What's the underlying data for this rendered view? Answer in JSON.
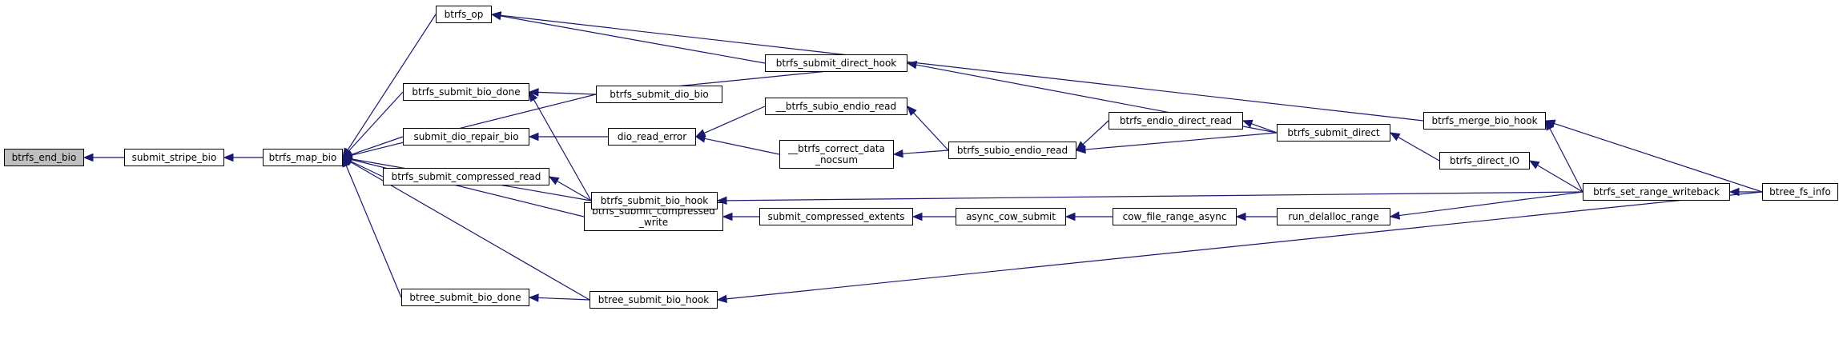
{
  "colors": {
    "edge": "#191970",
    "root_fill": "#bfbfbf",
    "node_fill": "#ffffff",
    "node_border": "#000000"
  },
  "nodes": {
    "btrfs_end_bio": "btrfs_end_bio",
    "submit_stripe_bio": "submit_stripe_bio",
    "btrfs_map_bio": "btrfs_map_bio",
    "btrfs_op": "btrfs_op",
    "btrfs_submit_bio_done": "btrfs_submit_bio_done",
    "submit_dio_repair_bio": "submit_dio_repair_bio",
    "btrfs_submit_compressed_read": "btrfs_submit_compressed_read",
    "btrfs_submit_compressed_write": "btrfs_submit_compressed\n_write",
    "btree_submit_bio_done": "btree_submit_bio_done",
    "btrfs_submit_direct_hook": "btrfs_submit_direct_hook",
    "btrfs_submit_dio_bio": "btrfs_submit_dio_bio",
    "btrfs_subio_endio_read_top": "__btrfs_subio_endio_read",
    "dio_read_error": "dio_read_error",
    "btrfs_correct_data_nocsum": "__btrfs_correct_data\n_nocsum",
    "btrfs_submit_bio_hook": "btrfs_submit_bio_hook",
    "submit_compressed_extents": "submit_compressed_extents",
    "btree_submit_bio_hook": "btree_submit_bio_hook",
    "btrfs_endio_direct_read": "btrfs_endio_direct_read",
    "btrfs_subio_endio_read": "btrfs_subio_endio_read",
    "async_cow_submit": "async_cow_submit",
    "cow_file_range_async": "cow_file_range_async",
    "btrfs_submit_direct": "btrfs_submit_direct",
    "run_delalloc_range": "run_delalloc_range",
    "btrfs_merge_bio_hook": "btrfs_merge_bio_hook",
    "btrfs_direct_IO": "btrfs_direct_IO",
    "btrfs_set_range_writeback": "btrfs_set_range_writeback",
    "btree_fs_info": "btree_fs_info"
  },
  "edges": [
    [
      "submit_stripe_bio",
      "btrfs_end_bio"
    ],
    [
      "btrfs_map_bio",
      "submit_stripe_bio"
    ],
    [
      "btrfs_op",
      "btrfs_map_bio"
    ],
    [
      "btrfs_submit_bio_done",
      "btrfs_map_bio"
    ],
    [
      "submit_dio_repair_bio",
      "btrfs_map_bio"
    ],
    [
      "btrfs_submit_compressed_read",
      "btrfs_map_bio"
    ],
    [
      "btrfs_submit_compressed_write",
      "btrfs_map_bio"
    ],
    [
      "btree_submit_bio_done",
      "btrfs_map_bio"
    ],
    [
      "btrfs_submit_dio_bio",
      "btrfs_map_bio"
    ],
    [
      "btrfs_submit_bio_hook",
      "btrfs_map_bio"
    ],
    [
      "btree_submit_bio_hook",
      "btrfs_map_bio"
    ],
    [
      "btrfs_submit_direct_hook",
      "btrfs_op"
    ],
    [
      "btrfs_merge_bio_hook",
      "btrfs_op"
    ],
    [
      "btrfs_submit_dio_bio",
      "btrfs_submit_bio_done"
    ],
    [
      "btrfs_submit_bio_hook",
      "btrfs_submit_bio_done"
    ],
    [
      "dio_read_error",
      "submit_dio_repair_bio"
    ],
    [
      "btrfs_submit_bio_hook",
      "btrfs_submit_compressed_read"
    ],
    [
      "submit_compressed_extents",
      "btrfs_submit_compressed_write"
    ],
    [
      "btree_submit_bio_hook",
      "btree_submit_bio_done"
    ],
    [
      "btrfs_submit_dio_bio",
      "btrfs_submit_direct_hook"
    ],
    [
      "btrfs_submit_direct",
      "btrfs_submit_direct_hook"
    ],
    [
      "btrfs_subio_endio_read_top",
      "dio_read_error"
    ],
    [
      "btrfs_correct_data_nocsum",
      "dio_read_error"
    ],
    [
      "btrfs_subio_endio_read",
      "btrfs_subio_endio_read_top"
    ],
    [
      "btrfs_subio_endio_read",
      "btrfs_correct_data_nocsum"
    ],
    [
      "btrfs_endio_direct_read",
      "btrfs_subio_endio_read"
    ],
    [
      "btrfs_submit_direct",
      "btrfs_subio_endio_read"
    ],
    [
      "btrfs_submit_direct",
      "btrfs_endio_direct_read"
    ],
    [
      "btrfs_direct_IO",
      "btrfs_submit_direct"
    ],
    [
      "btrfs_set_range_writeback",
      "btrfs_submit_bio_hook"
    ],
    [
      "async_cow_submit",
      "submit_compressed_extents"
    ],
    [
      "cow_file_range_async",
      "async_cow_submit"
    ],
    [
      "run_delalloc_range",
      "cow_file_range_async"
    ],
    [
      "btrfs_set_range_writeback",
      "run_delalloc_range"
    ],
    [
      "btrfs_set_range_writeback",
      "btrfs_merge_bio_hook"
    ],
    [
      "btree_fs_info",
      "btrfs_merge_bio_hook"
    ],
    [
      "btrfs_set_range_writeback",
      "btrfs_direct_IO"
    ],
    [
      "btree_fs_info",
      "btrfs_set_range_writeback"
    ],
    [
      "btree_fs_info",
      "btree_submit_bio_hook"
    ]
  ]
}
